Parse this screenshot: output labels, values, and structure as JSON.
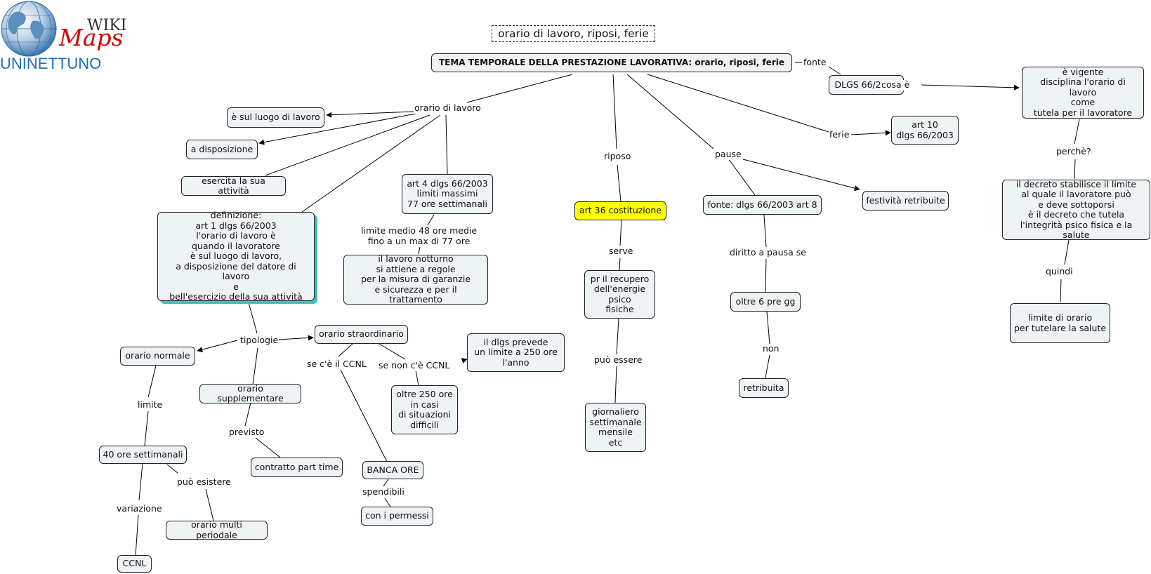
{
  "logo": {
    "wiki": "WIKI",
    "maps": "Maps",
    "uninettuno": "UNINETTUNO"
  },
  "title": "orario di lavoro, riposi, ferie",
  "nodes": {
    "root": "TEMA TEMPORALE DELLA PRESTAZIONE LAVORATIVA: orario, riposi, ferie",
    "dlgs": "DLGS 66/2003",
    "vigente": "è vigente\ndisciplina l'orario di lavoro\ncome\ntutela per il lavoratore",
    "art10": "art 10\ndlgs 66/2003",
    "decreto": "il decreto stabilisce il limite\nal quale il lavoratore può\ne deve sottoporsi\nè il decreto che tutela\nl'integrità psico fisica e la salute",
    "limite_orario": "limite di orario\nper tutelare la salute",
    "sul_luogo": "è sul luogo di lavoro",
    "a_disposizione": "a disposizione",
    "esercita": "esercita la sua attività",
    "definizione": "definizione:\nart 1 dlgs 66/2003\nl'orario di lavoro è\nquando il lavoratore\nè sul luogo di lavoro,\na disposizione del datore di lavoro\ne\nbell'esercizio della sua attività",
    "art4": "art 4 dlgs 66/2003\nlimiti massimi\n77 ore settimanali",
    "notturno": "il lavoro notturno\nsi attiene a regole\nper la misura di garanzie\ne sicurezza e per il trattamento",
    "art36": "art 36 costituzione",
    "recupero": "pr il recupero\ndell'energie\npsico\nfisiche",
    "giornaliero": "giornaliero\nsettimanale\nmensile\netc",
    "fonte_dlgs": "fonte: dlgs 66/2003 art 8",
    "festivita": "festività retribuite",
    "oltre6": "oltre 6 pre gg",
    "retribuita": "retribuita",
    "orario_normale": "orario normale",
    "orario_straordinario": "orario straordinario",
    "orario_supplementare": "orario supplementare",
    "il_dlgs_prevede": "il dlgs prevede\nun limite  a 250 ore\nl'anno",
    "oltre250": "oltre 250 ore\nin casi\ndi situazioni\ndifficili",
    "contratto_pt": "contratto part time",
    "quaranta": "40 ore settimanali",
    "banca_ore": "BANCA ORE",
    "con_permessi": "con i permessi",
    "multi_periodale": "orario multi periodale",
    "ccnl": "CCNL"
  },
  "labels": {
    "fonte": "fonte",
    "cosa_e": "cosa è",
    "perche": "perchè?",
    "quindi": "quindi",
    "ferie": "ferie",
    "orario_di_lavoro": "orario di lavoro",
    "riposo": "riposo",
    "pause": "pause",
    "limite_medio": "limite medio  48 ore medie\nfino a un max di 77 ore",
    "serve": "serve",
    "puo_essere": "può essere",
    "diritto_pausa": "diritto a pausa se",
    "non": "non",
    "tipologie": "tipologie",
    "se_ce": "se c'è il CCNL",
    "se_non_ce": "se non c'è CCNL",
    "limite": "limite",
    "previsto": "previsto",
    "puo_esistere": "può esistere",
    "variazione": "variazione",
    "spendibili": "spendibili"
  }
}
